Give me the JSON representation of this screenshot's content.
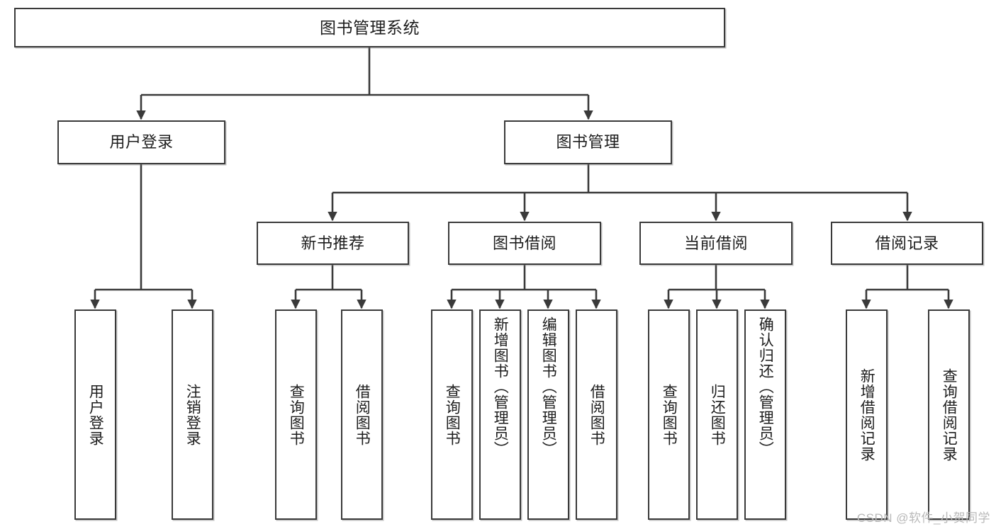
{
  "diagram": {
    "type": "tree",
    "title": "图书管理系统",
    "root": {
      "label": "图书管理系统"
    },
    "level2": [
      {
        "label": "用户登录"
      },
      {
        "label": "图书管理"
      }
    ],
    "level3": [
      {
        "label": "新书推荐"
      },
      {
        "label": "图书借阅"
      },
      {
        "label": "当前借阅"
      },
      {
        "label": "借阅记录"
      }
    ],
    "leaves": {
      "user_login": [
        {
          "label": "用户登录"
        },
        {
          "label": "注销登录"
        }
      ],
      "new_book_recommend": [
        {
          "label": "查询图书"
        },
        {
          "label": "借阅图书"
        }
      ],
      "book_borrow": [
        {
          "label": "查询图书"
        },
        {
          "label": "新增图书（管理员）"
        },
        {
          "label": "编辑图书（管理员）"
        },
        {
          "label": "借阅图书"
        }
      ],
      "current_borrow": [
        {
          "label": "查询图书"
        },
        {
          "label": "归还图书"
        },
        {
          "label": "确认归还（管理员）"
        }
      ],
      "borrow_record": [
        {
          "label": "新增借阅记录"
        },
        {
          "label": "查询借阅记录"
        }
      ]
    }
  },
  "watermark": {
    "text": "CSDN @软件_小贺同学"
  },
  "colors": {
    "stroke": "#3a3a3a",
    "fill": "#ffffff",
    "text": "#1d1d1d",
    "watermark": "#b9b9b9"
  }
}
